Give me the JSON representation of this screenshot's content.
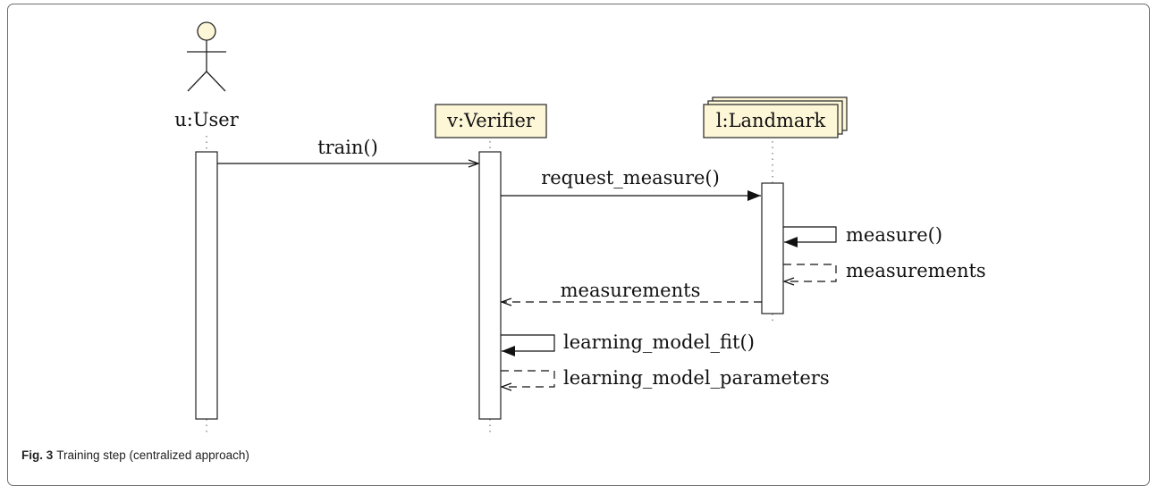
{
  "participants": {
    "user": "u:User",
    "verifier": "v:Verifier",
    "landmark": "l:Landmark"
  },
  "messages": {
    "train": "train()",
    "request_measure": "request_measure()",
    "measure": "measure()",
    "measurements_self": "measurements",
    "measurements_return": "measurements",
    "fit": "learning_model_fit()",
    "parameters": "learning_model_parameters"
  },
  "caption": {
    "figure_label": "Fig. 3",
    "text": "Training step (centralized approach)"
  },
  "colors": {
    "participant_fill": "#fdf7d8",
    "stroke": "#111111",
    "actor_head_fill": "#fdf7d8"
  }
}
